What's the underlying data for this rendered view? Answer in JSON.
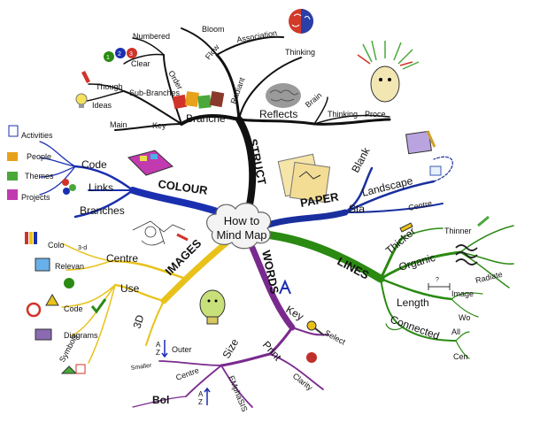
{
  "center": {
    "line1": "How to",
    "line2": "Mind Map"
  },
  "colors": {
    "struct": "#111111",
    "paper": "#1a2f9e",
    "lines": "#2a8a12",
    "words": "#7a2a8e",
    "images": "#e8c21a",
    "colour": "#1a2fb0"
  },
  "struct": {
    "title": "STRUCT",
    "branche": "Branche",
    "main": "Main",
    "key": "Key",
    "ideas": "Ideas",
    "though": "Though",
    "sub_branches": "Sub-Branches",
    "order": "Order",
    "clear": "Clear",
    "numbered": "Numbered",
    "radiant": "Radiant",
    "flow": "Flow",
    "bloom": "Bloom",
    "association": "Association",
    "thinking_top": "Thinking",
    "reflects": "Reflects",
    "brain": "Brain",
    "thinking": "Thinking",
    "proce": "Proce"
  },
  "paper": {
    "title": "PAPER",
    "blank": "Blank",
    "landscape": "Landscape",
    "sta": "Sta",
    "centre": "Centre"
  },
  "lines": {
    "title": "LINES",
    "thicker": "Thicker",
    "thinner": "Thinner",
    "organic": "Organic",
    "radiate": "Radiate",
    "length": "Length",
    "image": "Image",
    "wo": "Wo",
    "connected": "Connected",
    "all": "All",
    "cen": "Cen"
  },
  "words": {
    "title": "WORDS",
    "key": "Key",
    "select": "Select",
    "print": "Print",
    "clarity": "Clarity",
    "size": "Size",
    "outer": "Outer",
    "smaller": "Smaller",
    "centre": "Centre",
    "bol": "Bol",
    "emphasis": "EMphaSIS"
  },
  "images": {
    "title": "IMAGES",
    "centre": "Centre",
    "colo": "Colo",
    "three_d_small": "3-d",
    "relevan": "Relevan",
    "use": "Use",
    "code": "Code",
    "diagrams": "Diagrams",
    "symbols": "Symbols",
    "three_d": "3D"
  },
  "colour": {
    "title": "COLOUR",
    "code": "Code",
    "activities": "Activities",
    "people": "People",
    "themes": "Themes",
    "projects": "Projects",
    "links": "Links",
    "branches": "Branches"
  }
}
